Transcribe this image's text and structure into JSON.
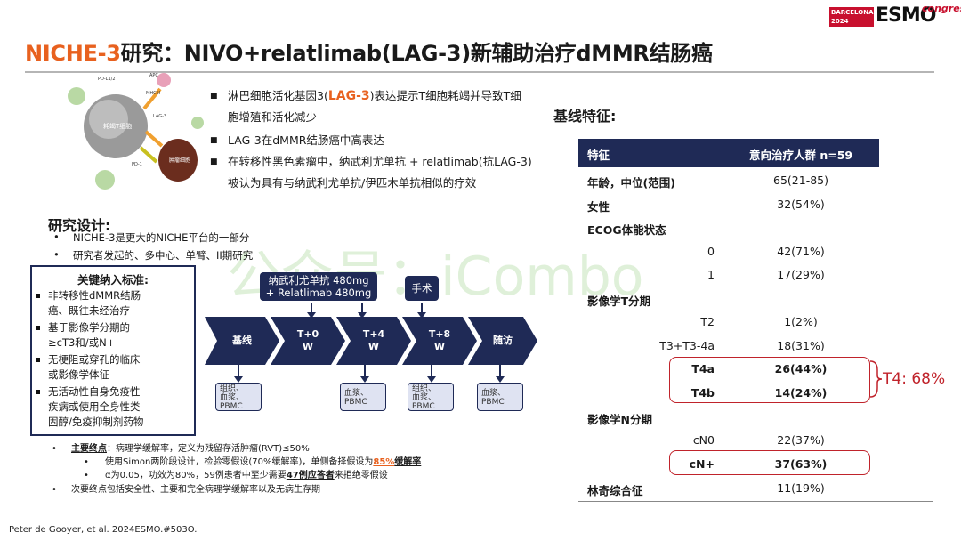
{
  "logo": {
    "city_line1": "BARCELONA",
    "city_line2": "2024",
    "brand": "ESMO",
    "word": "congress"
  },
  "title": {
    "highlight": "NICHE-3",
    "rest": "研究：NIVO+relatlimab(LAG-3)新辅助治疗dMMR结肠癌"
  },
  "diagram_labels": [
    "PD-L1/2",
    "APC",
    "MHC II",
    "LAG-3",
    "耗竭T细胞",
    "PD-1",
    "肿瘤细胞"
  ],
  "intro_bullets": [
    {
      "pre": "淋巴细胞活化基因3(",
      "hl": "LAG-3",
      "post": ")表达提示T细胞耗竭并导致T细"
    },
    {
      "text": "胞增殖和活化减少"
    },
    {
      "text": "LAG-3在dMMR结肠癌中高表达"
    },
    {
      "text": "在转移性黑色素瘤中，纳武利尤单抗 + relatlimab(抗LAG-3)"
    },
    {
      "text": "被认为具有与纳武利尤单抗/伊匹木单抗相似的疗效"
    }
  ],
  "design": {
    "heading": "研究设计:",
    "bullets": [
      "NICHE-3是更大的NICHE平台的一部分",
      "研究者发起的、多中心、单臂、II期研究"
    ]
  },
  "inclusion": {
    "heading": "关键纳入标准:",
    "items": [
      [
        "非转移性dMMR结肠",
        "癌、既往未经治疗"
      ],
      [
        "基于影像学分期的",
        "≥cT3和/或N+"
      ],
      [
        "无梗阻或穿孔的临床",
        "或影像学体征"
      ],
      [
        "无活动性自身免疫性",
        "疾病或使用全身性类",
        "固醇/免疫抑制剂药物"
      ]
    ]
  },
  "flow": {
    "drug_line1": "纳武利尤单抗 480mg",
    "drug_line2": "+ Relatlimab 480mg",
    "surgery": "手术",
    "steps": [
      [
        "基线"
      ],
      [
        "T+0",
        "W"
      ],
      [
        "T+4",
        "W"
      ],
      [
        "T+8",
        "W"
      ],
      [
        "随访"
      ]
    ],
    "samples": [
      [
        "组织、",
        "血浆、",
        "PBMC"
      ],
      [
        "血浆、",
        "PBMC"
      ],
      [
        "组织、",
        "血浆、",
        "PBMC"
      ],
      [
        "血浆、",
        "PBMC"
      ]
    ]
  },
  "endpoints": {
    "primary_label": "主要终点",
    "primary_text": "：病理学缓解率，定义为残留存活肿瘤(RVT)≤50%",
    "sub1_pre": "使用Simon两阶段设计，检验零假设(70%缓解率)，单侧备择假设为",
    "sub1_hl": "85%",
    "sub1_post": "缓解率",
    "sub2_pre": "α为0.05，功效为80%，59例患者中至少需要",
    "sub2_hl": "47例应答者",
    "sub2_post": "来拒绝零假设",
    "secondary": "次要终点包括安全性、主要和完全病理学缓解率以及无病生存期"
  },
  "baseline": {
    "heading": "基线特征:",
    "col1": "特征",
    "col2": "意向治疗人群 n=59",
    "rows": [
      {
        "label": "年龄，中位(范围)",
        "value": "65(21-85)",
        "kind": "head"
      },
      {
        "label": "女性",
        "value": "32(54%)",
        "kind": "head"
      },
      {
        "label": "ECOG体能状态",
        "value": "",
        "kind": "head"
      },
      {
        "label": "0",
        "value": "42(71%)",
        "kind": "sub"
      },
      {
        "label": "1",
        "value": "17(29%)",
        "kind": "sub"
      },
      {
        "label": "影像学T分期",
        "value": "",
        "kind": "head"
      },
      {
        "label": "T2",
        "value": "1(2%)",
        "kind": "sub"
      },
      {
        "label": "T3+T3-4a",
        "value": "18(31%)",
        "kind": "sub"
      },
      {
        "label": "T4a",
        "value": "26(44%)",
        "kind": "subb"
      },
      {
        "label": "T4b",
        "value": "14(24%)",
        "kind": "subb"
      },
      {
        "label": "影像学N分期",
        "value": "",
        "kind": "head"
      },
      {
        "label": "cN0",
        "value": "22(37%)",
        "kind": "sub"
      },
      {
        "label": "cN+",
        "value": "37(63%)",
        "kind": "subb"
      },
      {
        "label": "林奇综合征",
        "value": "11(19%)",
        "kind": "head"
      }
    ],
    "t4_note": "T4: 68%"
  },
  "citation": "Peter de Gooyer, et al. 2024ESMO.#503O.",
  "watermark": "公众号：iCombo",
  "colors": {
    "accent": "#e8611f",
    "navy": "#1f2a56",
    "red": "#c0232b"
  }
}
